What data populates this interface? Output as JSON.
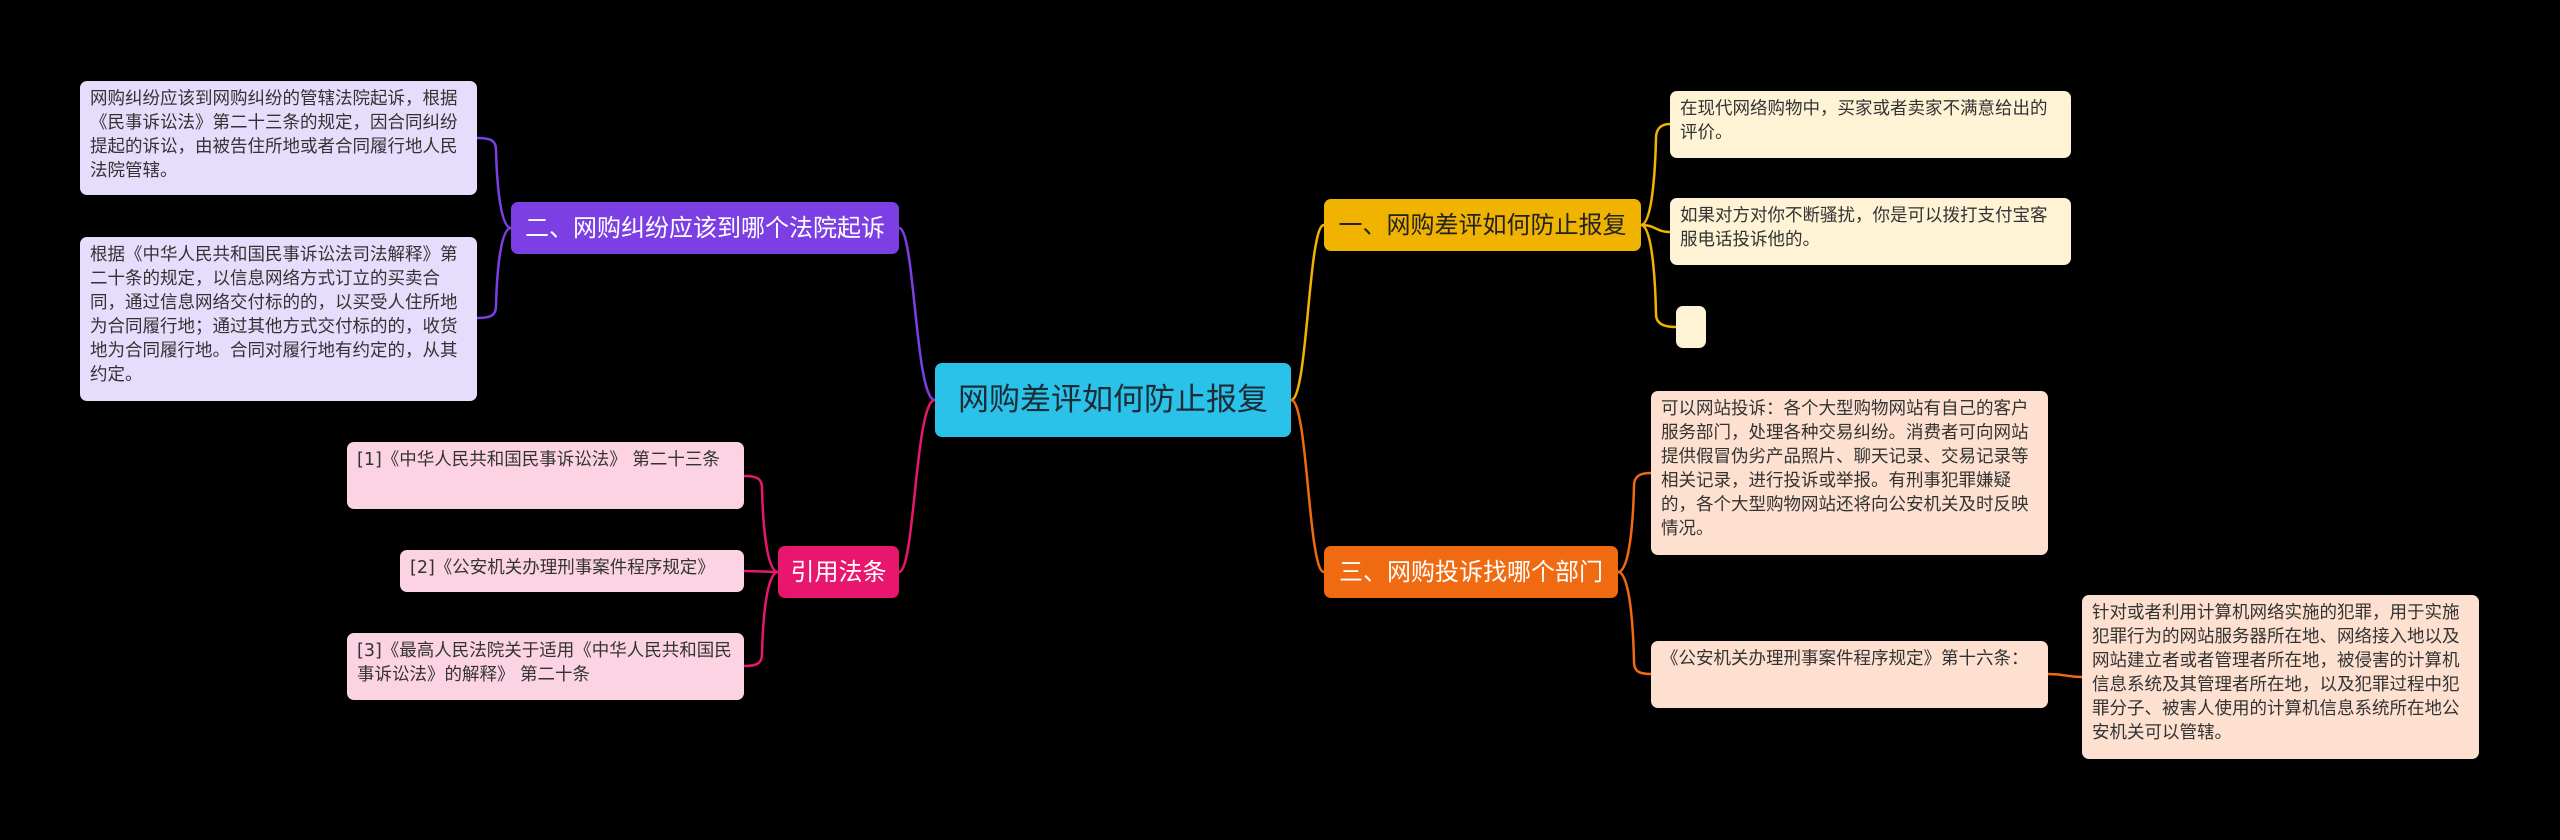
{
  "colors": {
    "background": "#000000",
    "center": "#2ac2e9",
    "purple": "#7b3fe4",
    "pink": "#e8166d",
    "yellow": "#f0b400",
    "orange": "#f06a12"
  },
  "center": {
    "label": "网购差评如何防止报复"
  },
  "branches": {
    "court": {
      "label": "二、网购纠纷应该到哪个法院起诉",
      "items": [
        "网购纠纷应该到网购纠纷的管辖法院起诉，根据《民事诉讼法》第二十三条的规定，因合同纠纷提起的诉讼，由被告住所地或者合同履行地人民法院管辖。",
        "根据《中华人民共和国民事诉讼法司法解释》第二十条的规定，以信息网络方式订立的买卖合同，通过信息网络交付标的的，以买受人住所地为合同履行地；通过其他方式交付标的的，收货地为合同履行地。合同对履行地有约定的，从其约定。"
      ]
    },
    "refs": {
      "label": "引用法条",
      "items": [
        "[1]《中华人民共和国民事诉讼法》 第二十三条",
        "[2]《公安机关办理刑事案件程序规定》",
        "[3]《最高人民法院关于适用《中华人民共和国民事诉讼法》的解释》 第二十条"
      ]
    },
    "prevent": {
      "label": "一、网购差评如何防止报复",
      "items": [
        "在现代网络购物中，买家或者卖家不满意给出的评价。",
        "如果对方对你不断骚扰，你是可以拨打支付宝客服电话投诉他的。",
        ""
      ]
    },
    "complain": {
      "label": "三、网购投诉找哪个部门",
      "items": [
        "可以网站投诉：各个大型购物网站有自己的客户服务部门，处理各种交易纠纷。消费者可向网站提供假冒伪劣产品照片、聊天记录、交易记录等相关记录，进行投诉或举报。有刑事犯罪嫌疑的，各个大型购物网站还将向公安机关及时反映情况。",
        "《公安机关办理刑事案件程序规定》第十六条：",
        "针对或者利用计算机网络实施的犯罪，用于实施犯罪行为的网站服务器所在地、网络接入地以及网站建立者或者管理者所在地，被侵害的计算机信息系统及其管理者所在地，以及犯罪过程中犯罪分子、被害人使用的计算机信息系统所在地公安机关可以管辖。"
      ]
    }
  }
}
